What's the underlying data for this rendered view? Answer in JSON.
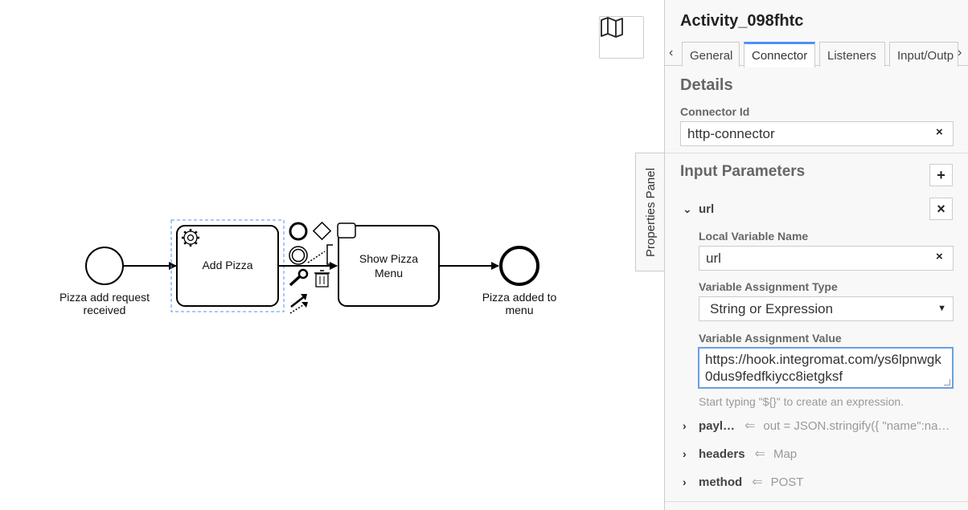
{
  "diagram": {
    "start_event_label": "Pizza add request received",
    "task1_label": "Add Pizza",
    "task2_label": "Show Pizza Menu",
    "end_event_label": "Pizza added to menu"
  },
  "canvas_controls": {
    "minimap_icon": "map-icon"
  },
  "panel_toggle": {
    "label": "Properties Panel"
  },
  "panel": {
    "title": "Activity_098fhtc",
    "tabs": [
      {
        "label": "General"
      },
      {
        "label": "Connector"
      },
      {
        "label": "Listeners"
      },
      {
        "label": "Input/Outp"
      }
    ],
    "tab_prev": "‹",
    "tab_next": "›",
    "details": {
      "heading": "Details",
      "connector_id_label": "Connector Id",
      "connector_id_value": "http-connector"
    },
    "input_params": {
      "heading": "Input Parameters",
      "add_symbol": "+",
      "url": {
        "name": "url",
        "local_var_label": "Local Variable Name",
        "local_var_value": "url",
        "assign_type_label": "Variable Assignment Type",
        "assign_type_value": "String or Expression",
        "assign_value_label": "Variable Assignment Value",
        "assign_value": "https://hook.integromat.com/ys6lpnwgk0dus9fedfkiycc8ietgksf",
        "hint": "Start typing \"${}\" to create an expression."
      },
      "others": [
        {
          "name": "payl…",
          "value": "out = JSON.stringify({ \"name\":na…"
        },
        {
          "name": "headers",
          "value": "Map"
        },
        {
          "name": "method",
          "value": "POST"
        }
      ]
    },
    "clear_symbol": "×"
  }
}
